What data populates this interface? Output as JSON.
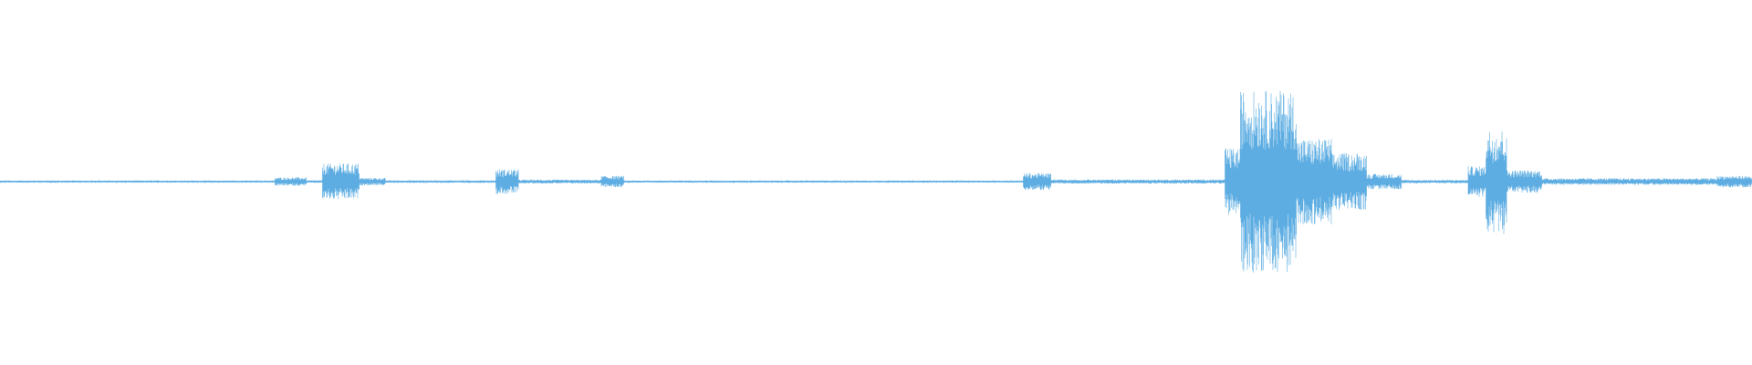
{
  "waveform": {
    "color": "#5dade2",
    "background": "#ffffff",
    "duration_fraction_units": "0-1",
    "segments": [
      {
        "t0": 0.0,
        "t1": 0.157,
        "amp": 0.012
      },
      {
        "t0": 0.157,
        "t1": 0.175,
        "amp": 0.045
      },
      {
        "t0": 0.175,
        "t1": 0.184,
        "amp": 0.014
      },
      {
        "t0": 0.184,
        "t1": 0.205,
        "amp": 0.19
      },
      {
        "t0": 0.205,
        "t1": 0.22,
        "amp": 0.04
      },
      {
        "t0": 0.22,
        "t1": 0.283,
        "amp": 0.014
      },
      {
        "t0": 0.283,
        "t1": 0.296,
        "amp": 0.13
      },
      {
        "t0": 0.296,
        "t1": 0.343,
        "amp": 0.02
      },
      {
        "t0": 0.343,
        "t1": 0.356,
        "amp": 0.06
      },
      {
        "t0": 0.356,
        "t1": 0.584,
        "amp": 0.012
      },
      {
        "t0": 0.584,
        "t1": 0.6,
        "amp": 0.09
      },
      {
        "t0": 0.6,
        "t1": 0.699,
        "amp": 0.022
      },
      {
        "t0": 0.699,
        "t1": 0.708,
        "amp": 0.35
      },
      {
        "t0": 0.708,
        "t1": 0.74,
        "amp": 0.95
      },
      {
        "t0": 0.74,
        "t1": 0.76,
        "amp": 0.45
      },
      {
        "t0": 0.76,
        "t1": 0.78,
        "amp": 0.3
      },
      {
        "t0": 0.78,
        "t1": 0.8,
        "amp": 0.08
      },
      {
        "t0": 0.8,
        "t1": 0.838,
        "amp": 0.018
      },
      {
        "t0": 0.838,
        "t1": 0.848,
        "amp": 0.16
      },
      {
        "t0": 0.848,
        "t1": 0.86,
        "amp": 0.55
      },
      {
        "t0": 0.86,
        "t1": 0.88,
        "amp": 0.12
      },
      {
        "t0": 0.88,
        "t1": 0.98,
        "amp": 0.035
      },
      {
        "t0": 0.98,
        "t1": 1.0,
        "amp": 0.06
      }
    ]
  }
}
